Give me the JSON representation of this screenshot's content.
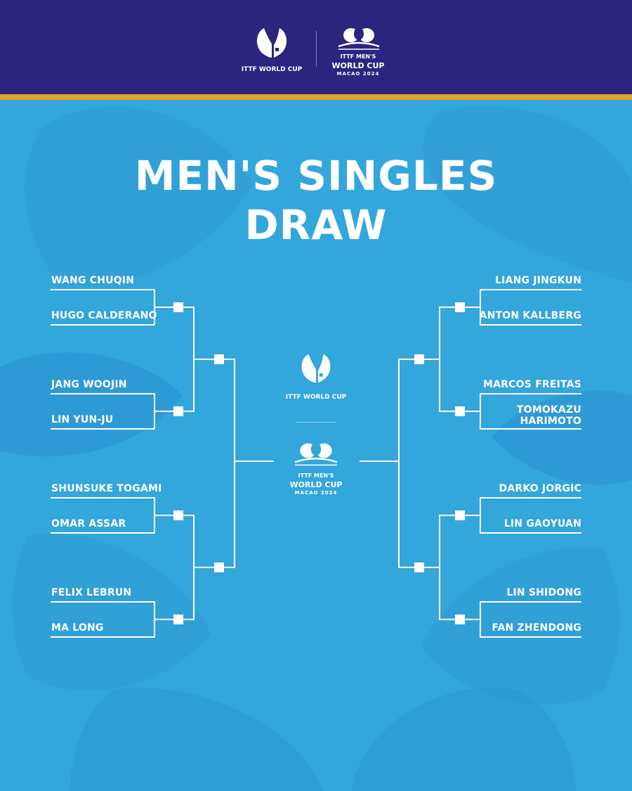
{
  "header": {
    "logo_left_text": "ITTF WORLD CUP",
    "logo_right_line1": "ITTF MEN'S",
    "logo_right_line2": "WORLD CUP",
    "logo_right_line3": "MACAO 2024"
  },
  "colors": {
    "header_bg": "#2b2580",
    "accent_stripe": "#e0a326",
    "background": "#33a6dc",
    "lines": "#ffffff"
  },
  "title": {
    "line1": "MEN'S SINGLES",
    "line2": "DRAW"
  },
  "center_logos": {
    "top_text": "ITTF WORLD CUP",
    "bottom_line1": "ITTF MEN'S",
    "bottom_line2": "WORLD CUP",
    "bottom_line3": "MACAO 2024"
  },
  "bracket": {
    "left": [
      {
        "name": "WANG CHUQIN"
      },
      {
        "name": "HUGO CALDERANO"
      },
      {
        "name": "JANG WOOJIN"
      },
      {
        "name": "LIN YUN-JU"
      },
      {
        "name": "SHUNSUKE TOGAMI"
      },
      {
        "name": "OMAR ASSAR"
      },
      {
        "name": "FELIX LEBRUN"
      },
      {
        "name": "MA LONG"
      }
    ],
    "right": [
      {
        "name": "LIANG JINGKUN"
      },
      {
        "name": "ANTON KALLBERG"
      },
      {
        "name": "MARCOS FREITAS"
      },
      {
        "name": "TOMOKAZU",
        "name2": "HARIMOTO"
      },
      {
        "name": "DARKO JORGIC"
      },
      {
        "name": "LIN GAOYUAN"
      },
      {
        "name": "LIN SHIDONG"
      },
      {
        "name": "FAN ZHENDONG"
      }
    ]
  }
}
